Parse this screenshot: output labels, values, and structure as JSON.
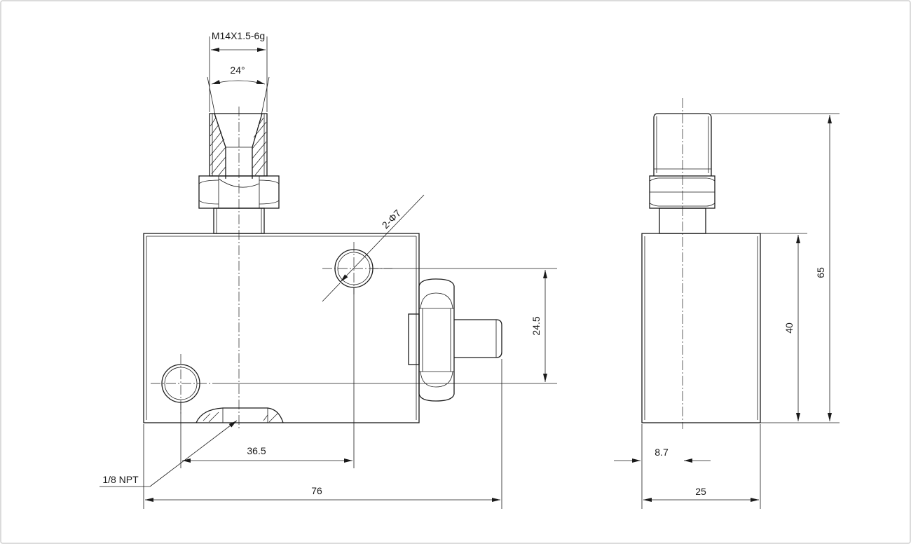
{
  "labels": {
    "thread": "M14X1.5-6g",
    "angle": "24°",
    "holes": "2-Φ7",
    "height_hole_spacing": "24.5",
    "hole_offset": "36.5",
    "port": "1/8 NPT",
    "body_length": "76",
    "side_height_body": "40",
    "side_height_total": "65",
    "side_offset": "8.7",
    "side_width": "25"
  },
  "colors": {
    "line": "#1a1a1a",
    "frame": "#cfcfcf",
    "background": "#ffffff"
  }
}
